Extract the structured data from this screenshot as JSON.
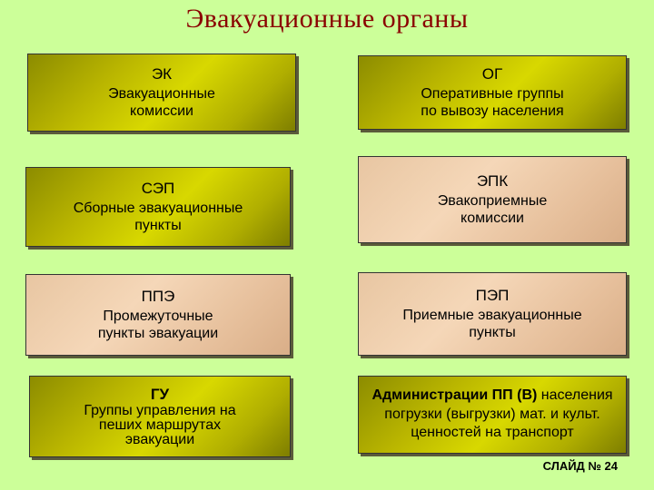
{
  "title": "Эвакуационные органы",
  "boxes": {
    "ek": {
      "abbr": "ЭК",
      "desc_line1": "Эвакуационные",
      "desc_line2": "комиссии"
    },
    "og": {
      "abbr": "ОГ",
      "desc_line1": "Оперативные группы",
      "desc_line2": "по вывозу населения"
    },
    "sep": {
      "abbr": "СЭП",
      "desc_line1": "Сборные эвакуационные",
      "desc_line2": "пункты"
    },
    "epk": {
      "abbr": "ЭПК",
      "desc_line1": "Эвакоприемные",
      "desc_line2": "комиссии"
    },
    "ppe": {
      "abbr": "ППЭ",
      "desc_line1": "Промежуточные",
      "desc_line2": "пункты эвакуации"
    },
    "pep": {
      "abbr": "ПЭП",
      "desc_line1": "Приемные эвакуационные",
      "desc_line2": "пункты"
    },
    "gu": {
      "abbr": "ГУ",
      "desc_line1": "Группы управления на",
      "desc_line2": "пеших маршрутах",
      "desc_line3": "эвакуации"
    },
    "adm": {
      "line1_bold": "Администрации ПП (В)",
      "line1_rest": " населения",
      "desc_line2": "погрузки (выгрузки) мат. и культ.",
      "desc_line3": "ценностей на транспорт"
    }
  },
  "slide_label": "СЛАЙД № 24",
  "colors": {
    "background": "#ccff99",
    "title": "#8a0000",
    "olive": "#c8c400",
    "peach": "#f0cfae"
  }
}
